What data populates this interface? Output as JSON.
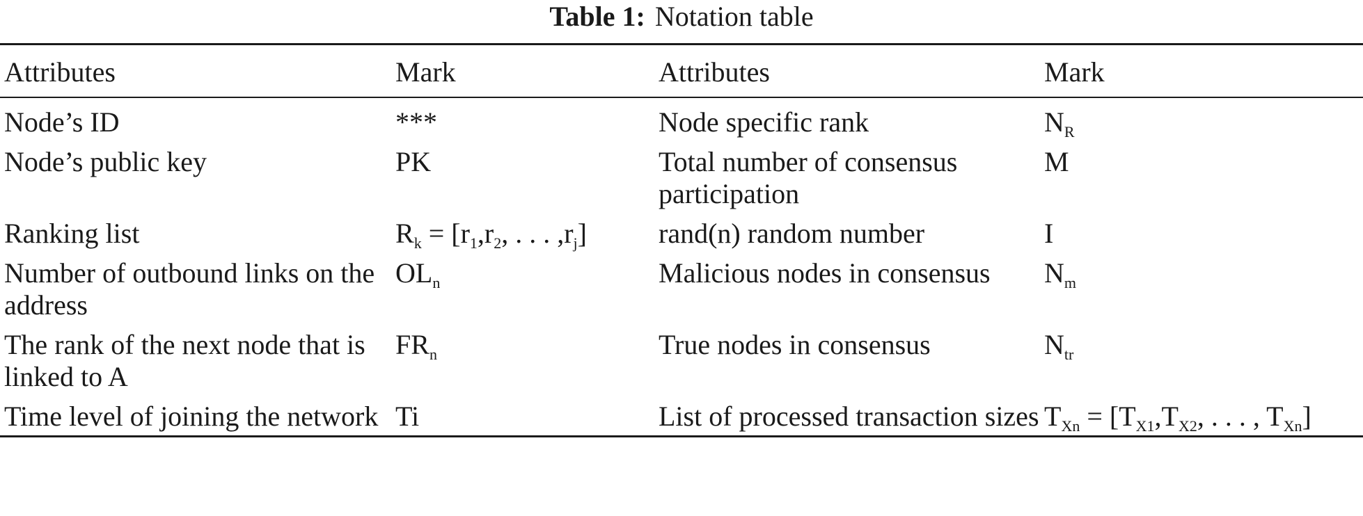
{
  "caption": {
    "label": "Table 1:",
    "title": "Notation table"
  },
  "table": {
    "headers": [
      "Attributes",
      "Mark",
      "Attributes",
      "Mark"
    ],
    "rows": [
      {
        "attr_left": "Node’s ID",
        "mark_left": [
          {
            "t": "***"
          }
        ],
        "attr_right": "Node specific rank",
        "mark_right": [
          {
            "t": "N"
          },
          {
            "sub": "R"
          }
        ]
      },
      {
        "attr_left": "Node’s public key",
        "mark_left": [
          {
            "t": "PK"
          }
        ],
        "attr_right": "Total number of consensus participation",
        "mark_right": [
          {
            "t": "M"
          }
        ]
      },
      {
        "attr_left": "Ranking list",
        "mark_left": [
          {
            "t": "R"
          },
          {
            "sub": "k"
          },
          {
            "t": " = [r"
          },
          {
            "sub": "1"
          },
          {
            "t": ",r"
          },
          {
            "sub": "2"
          },
          {
            "t": ", . . . ,r"
          },
          {
            "sub": "j"
          },
          {
            "t": "]"
          }
        ],
        "attr_right": "rand(n) random number",
        "mark_right": [
          {
            "t": "I"
          }
        ]
      },
      {
        "attr_left": "Number of outbound links on the address",
        "mark_left": [
          {
            "t": "OL"
          },
          {
            "sub": "n"
          }
        ],
        "attr_right": "Malicious nodes in consensus",
        "mark_right": [
          {
            "t": "N"
          },
          {
            "sub": "m"
          }
        ]
      },
      {
        "attr_left": "The rank of the next node that is linked to A",
        "mark_left": [
          {
            "t": "FR"
          },
          {
            "sub": "n"
          }
        ],
        "attr_right": "True nodes in consensus",
        "mark_right": [
          {
            "t": "N"
          },
          {
            "sub": "tr"
          }
        ]
      },
      {
        "attr_left": "Time level of joining the network",
        "mark_left": [
          {
            "t": "Ti"
          }
        ],
        "attr_right": "List of processed transaction sizes",
        "mark_right": [
          {
            "t": "T"
          },
          {
            "sub": "Xn"
          },
          {
            "t": " = [T"
          },
          {
            "sub": "X1"
          },
          {
            "t": ",T"
          },
          {
            "sub": "X2"
          },
          {
            "t": ", . . . , T"
          },
          {
            "sub": "Xn"
          },
          {
            "t": "]"
          }
        ]
      }
    ]
  }
}
